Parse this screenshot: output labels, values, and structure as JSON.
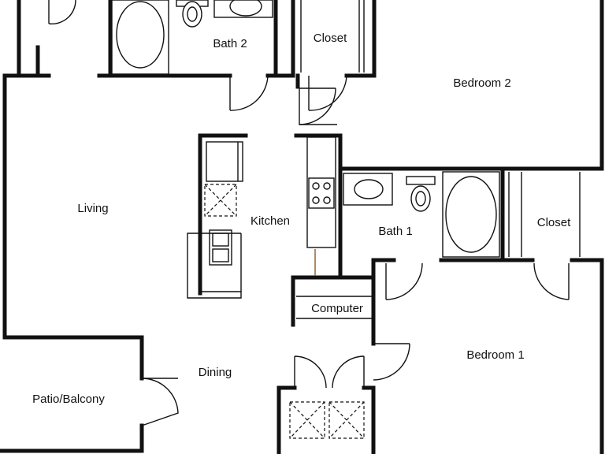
{
  "rooms": {
    "bath2": "Bath 2",
    "closet_top": "Closet",
    "bedroom2": "Bedroom 2",
    "living": "Living",
    "kitchen": "Kitchen",
    "bath1": "Bath 1",
    "closet_right": "Closet",
    "computer": "Computer",
    "bedroom1": "Bedroom 1",
    "dining": "Dining",
    "patio": "Patio/Balcony"
  },
  "colors": {
    "wall": "#111111",
    "background": "#ffffff",
    "accent_wire": "#8b5a2b"
  }
}
